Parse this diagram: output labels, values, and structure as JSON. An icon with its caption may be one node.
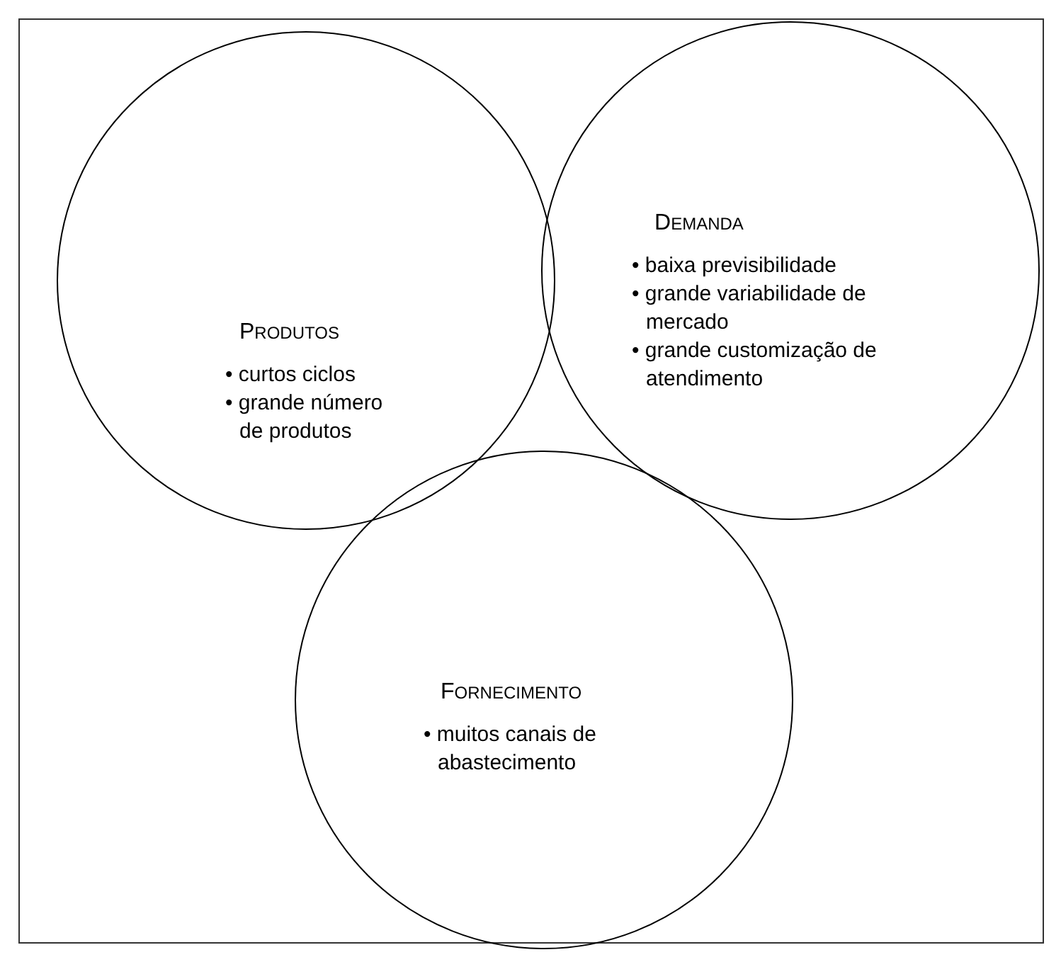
{
  "diagram": {
    "nodes": [
      {
        "text": [
          "PRODUTOS",
          "• curtos ciclos",
          "• grande número de produtos"
        ]
      },
      {
        "text": [
          "DEMANDA",
          "• baixa previsibilidade",
          "• grande variabilidade de mercado",
          "• grande customização de atendimento"
        ]
      },
      {
        "text": [
          "FORNECIMENTO",
          "• muitos canais de abastecimento"
        ]
      }
    ]
  }
}
